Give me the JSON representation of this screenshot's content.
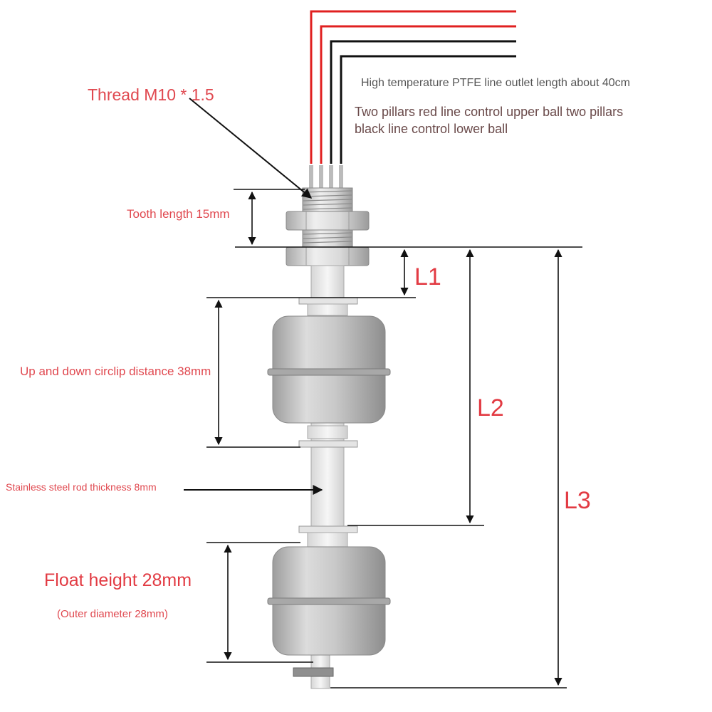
{
  "labels": {
    "thread": "Thread M10 * 1.5",
    "wire_length": "High temperature PTFE line outlet length about 40cm",
    "wire_note_line1": "Two pillars red line control upper ball two pillars",
    "wire_note_line2": "black line control lower ball",
    "tooth_length": "Tooth length 15mm",
    "circlip_distance": "Up and down circlip distance 38mm",
    "rod_thickness": "Stainless steel rod thickness 8mm",
    "float_height": "Float height 28mm",
    "outer_diameter": "(Outer diameter 28mm)",
    "l1": "L1",
    "l2": "L2",
    "l3": "L3"
  },
  "colors": {
    "wire_red": "#e02020",
    "wire_black": "#111111",
    "label_red": "#e0484f",
    "steel_light": "#e6e6e6",
    "steel_dark": "#9a9a9a"
  }
}
